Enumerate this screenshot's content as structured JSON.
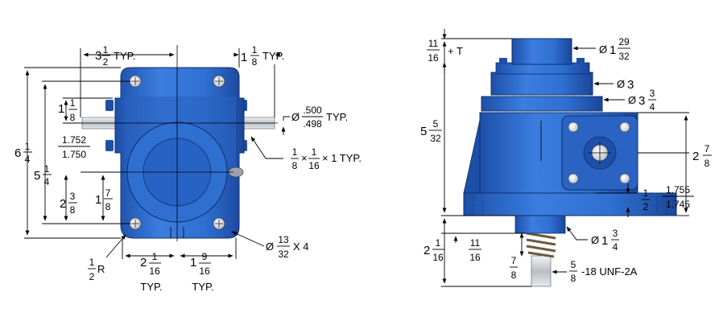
{
  "colors": {
    "body": "#2f6fd0",
    "body_dark": "#1d4fa8",
    "body_light": "#4a8ae6",
    "shaft": "#cfd3d8",
    "line": "#000000"
  },
  "front": {
    "d_3_1_2": {
      "w": "3",
      "n": "1",
      "d": "2",
      "s": "TYP."
    },
    "d_1_1_8_typ": {
      "w": "1",
      "n": "1",
      "d": "8",
      "s": "TYP."
    },
    "d_6_1_4": {
      "w": "6",
      "n": "1",
      "d": "4"
    },
    "d_5_1_4": {
      "w": "5",
      "n": "1",
      "d": "4"
    },
    "d_1_1_8": {
      "w": "1",
      "n": "1",
      "d": "8"
    },
    "d_1752": {
      "n": "1.752",
      "d": "1.750"
    },
    "d_2_3_8": {
      "w": "2",
      "n": "3",
      "d": "8"
    },
    "d_1_7_8": {
      "w": "1",
      "n": "7",
      "d": "8"
    },
    "d_shaft_dia": {
      "p": "Ø",
      "n": ".500",
      "d": ".498",
      "s": "TYP."
    },
    "d_key": {
      "a_n": "1",
      "a_d": "8",
      "x1": "×",
      "b_n": "1",
      "b_d": "16",
      "s": "× 1 TYP."
    },
    "d_holes": {
      "p": "Ø",
      "n": "13",
      "d": "32",
      "s": "X 4"
    },
    "d_radius": {
      "n": "1",
      "d": "2",
      "s": "R"
    },
    "d_2_1_16": {
      "w": "2",
      "n": "1",
      "d": "16",
      "s": "TYP."
    },
    "d_1_9_16": {
      "w": "1",
      "n": "9",
      "d": "16",
      "s": "TYP."
    }
  },
  "side": {
    "d_11_16_t": {
      "n": "11",
      "d": "16",
      "s": "+ T"
    },
    "d_top_dia": {
      "p": "Ø",
      "w": "1",
      "n": "29",
      "d": "32"
    },
    "d_dia3": {
      "p": "Ø",
      "w": "3"
    },
    "d_dia3_3_4": {
      "p": "Ø",
      "w": "3",
      "n": "3",
      "d": "4"
    },
    "d_5_5_32": {
      "w": "5",
      "n": "5",
      "d": "32"
    },
    "d_2_7_8": {
      "w": "2",
      "n": "7",
      "d": "8"
    },
    "d_half": {
      "n": "1",
      "d": "2"
    },
    "d_1755": {
      "n": "1.755",
      "d": "1.745"
    },
    "d_low_dia": {
      "p": "Ø",
      "w": "1",
      "n": "3",
      "d": "4"
    },
    "d_2_1_16": {
      "w": "2",
      "n": "1",
      "d": "16"
    },
    "d_11_16": {
      "n": "11",
      "d": "16"
    },
    "d_7_8": {
      "n": "7",
      "d": "8"
    },
    "d_thread": {
      "n": "5",
      "d": "8",
      "s": "-18 UNF-2A"
    }
  }
}
